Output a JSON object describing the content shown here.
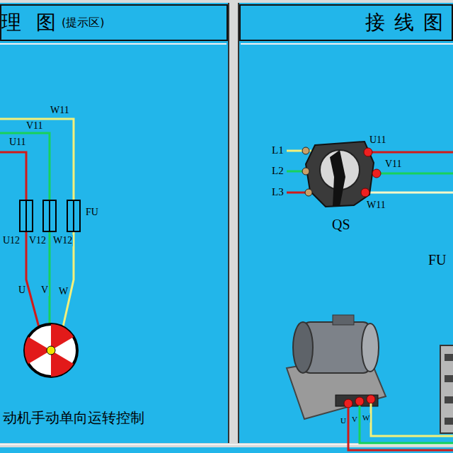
{
  "diagram": {
    "caption": "动机手动单向运转控制",
    "nodes": [
      {
        "text": [
          "理 图",
          "(提示区)"
        ]
      },
      {
        "text": [
          "接 线 图"
        ]
      }
    ],
    "labels": [
      "W11",
      "V11",
      "U11",
      "FU",
      "U12",
      "V12",
      "W12",
      "U",
      "V",
      "W",
      "L1",
      "L2",
      "L3",
      "U11",
      "V11",
      "W11",
      "QS",
      "FU",
      "U",
      "V",
      "W"
    ]
  }
}
